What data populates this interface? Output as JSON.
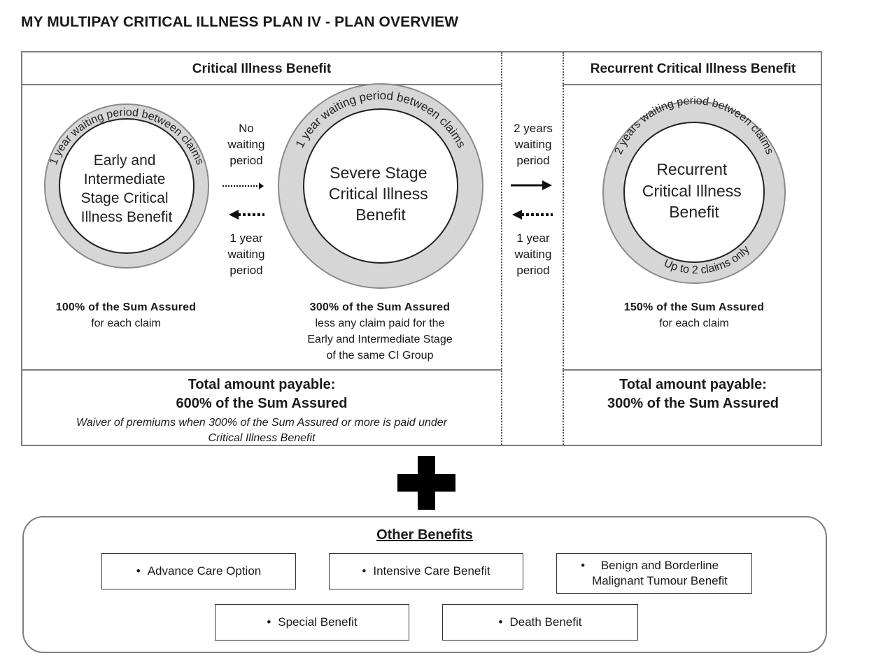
{
  "title": "MY MULTIPAY CRITICAL ILLNESS PLAN IV - PLAN OVERVIEW",
  "ci_section": {
    "header": "Critical Illness Benefit",
    "early": {
      "ring_text": "1 year waiting period between claims",
      "label_lines": [
        "Early and",
        "Intermediate",
        "Stage Critical",
        "Illness Benefit"
      ],
      "amount": "100% of the Sum Assured",
      "note": "for each claim"
    },
    "severe": {
      "ring_text": "1 year waiting period between claims",
      "label_lines": [
        "Severe Stage",
        "Critical Illness",
        "Benefit"
      ],
      "amount": "300% of the Sum Assured",
      "note_lines": [
        "less any claim paid for the",
        "Early and Intermediate Stage",
        "of the same CI Group"
      ]
    },
    "forward_label_lines": [
      "No",
      "waiting",
      "period"
    ],
    "back_label_lines": [
      "1 year",
      "waiting",
      "period"
    ],
    "total_label": "Total amount payable:",
    "total_value": "600% of the Sum Assured",
    "waiver_lines": [
      "Waiver of premiums when 300% of the Sum Assured or more is paid under",
      "Critical Illness Benefit"
    ]
  },
  "middle": {
    "forward_label_lines": [
      "2 years",
      "waiting",
      "period"
    ],
    "back_label_lines": [
      "1 year",
      "waiting",
      "period"
    ]
  },
  "rci_section": {
    "header": "Recurrent Critical Illness Benefit",
    "ring_text": "2 years waiting period between claims",
    "ring_bottom_text": "Up to 2 claims only",
    "label_lines": [
      "Recurrent",
      "Critical Illness",
      "Benefit"
    ],
    "amount": "150% of the Sum Assured",
    "note": "for each claim",
    "total_label": "Total amount payable:",
    "total_value": "300% of the Sum Assured"
  },
  "plus_icon": "plus-icon",
  "other_benefits": {
    "title": "Other Benefits",
    "bullet": "•",
    "items": [
      "Advance Care Option",
      "Intensive Care Benefit",
      "Benign and Borderline\nMalignant Tumour Benefit",
      "Special Benefit",
      "Death Benefit"
    ]
  },
  "colors": {
    "ring_fill": "#d6d6d6",
    "border": "#7a7f86",
    "text": "#1a1a1a"
  }
}
